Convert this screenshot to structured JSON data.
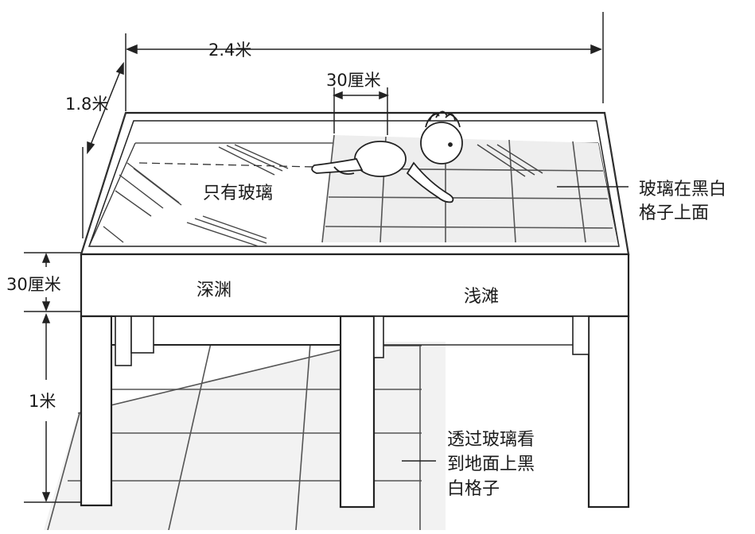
{
  "dimensions": {
    "width_label": "2.4米",
    "depth_label": "1.8米",
    "step_label": "30厘米",
    "height_label": "30厘米",
    "leg_label": "1米"
  },
  "labels": {
    "glass_only": "只有玻璃",
    "glass_over_checker_line1": "玻璃在黑白",
    "glass_over_checker_line2": "格子上面",
    "deep_side": "深渊",
    "shallow_side": "浅滩",
    "see_through_line1": "透过玻璃看",
    "see_through_line2": "到地面上黑",
    "see_through_line3": "白格子"
  },
  "colors": {
    "ink": "#222222",
    "background": "#ffffff"
  }
}
